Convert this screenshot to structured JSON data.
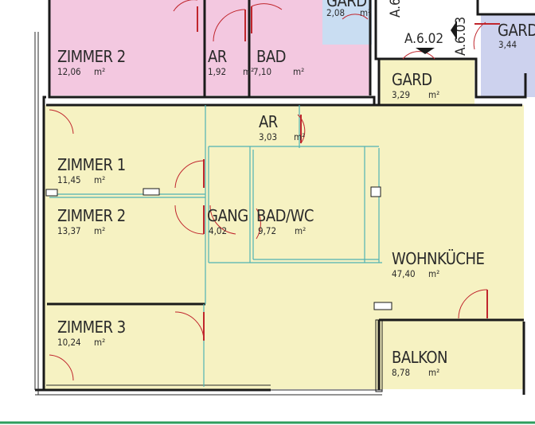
{
  "plan": {
    "rooms": [
      {
        "id": "zimmer2-top",
        "name": "ZIMMER 2",
        "area": "12,06",
        "unit": "m²",
        "color": "#f3c8e0"
      },
      {
        "id": "ar-top",
        "name": "AR",
        "area": "1,92",
        "unit": "m²",
        "color": "#f3c8e0"
      },
      {
        "id": "bad-top",
        "name": "BAD",
        "area": "7,10",
        "unit": "m²",
        "color": "#f3c8e0"
      },
      {
        "id": "gard-top",
        "name": "GARD",
        "area": "2,08",
        "unit": "m²",
        "color": "#c9ddf2"
      },
      {
        "id": "gard-right",
        "name": "GARD",
        "area": "3,44",
        "unit": "",
        "color": "#cdd2ee"
      },
      {
        "id": "gard",
        "name": "GARD",
        "area": "3,29",
        "unit": "m²",
        "color": "#f6f2c2"
      },
      {
        "id": "ar",
        "name": "AR",
        "area": "3,03",
        "unit": "m²",
        "color": "#f6f2c2"
      },
      {
        "id": "zimmer1",
        "name": "ZIMMER 1",
        "area": "11,45",
        "unit": "m²",
        "color": "#f6f2c2"
      },
      {
        "id": "zimmer2",
        "name": "ZIMMER 2",
        "area": "13,37",
        "unit": "m²",
        "color": "#f6f2c2"
      },
      {
        "id": "gang",
        "name": "GANG",
        "area": "4,02",
        "unit": "",
        "color": "#f6f2c2"
      },
      {
        "id": "badwc",
        "name": "BAD/WC",
        "area": "9,72",
        "unit": "m²",
        "color": "#f6f2c2"
      },
      {
        "id": "wohnkueche",
        "name": "WOHNKÜCHE",
        "area": "47,40",
        "unit": "m²",
        "color": "#f6f2c2"
      },
      {
        "id": "zimmer3",
        "name": "ZIMMER 3",
        "area": "10,24",
        "unit": "m²",
        "color": "#f6f2c2"
      },
      {
        "id": "balkon",
        "name": "BALKON",
        "area": "8,78",
        "unit": "m²",
        "color": "#f6f2c2"
      }
    ],
    "unit_labels": {
      "a602": "A.6.02",
      "a603": "A.6.03",
      "a6_cut": "A.6"
    },
    "colors": {
      "wall": "#1a1a1a",
      "door": "#c0262d",
      "glass": "#4fb3b3",
      "ground_line": "#2e9e5e"
    }
  }
}
